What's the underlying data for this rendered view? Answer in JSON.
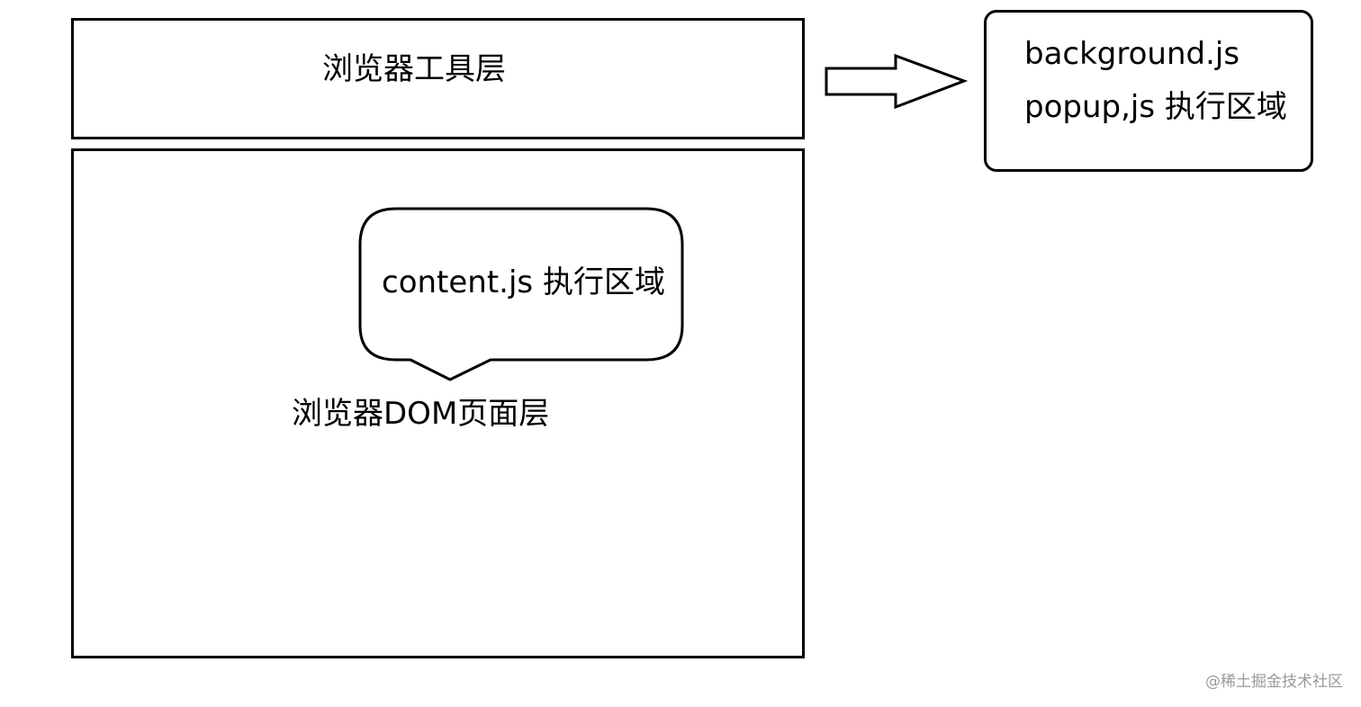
{
  "diagram": {
    "toolbar_layer": {
      "label": "浏览器工具层"
    },
    "dom_layer": {
      "label": "浏览器DOM页面层"
    },
    "content_bubble": {
      "label": "content.js 执行区域"
    },
    "extension_box": {
      "line1": "background.js",
      "line2": "popup,js 执行区域"
    },
    "arrow": {
      "direction": "right",
      "icon": "block-arrow-right-icon"
    }
  },
  "watermark": {
    "text": "@稀土掘金技术社区"
  }
}
